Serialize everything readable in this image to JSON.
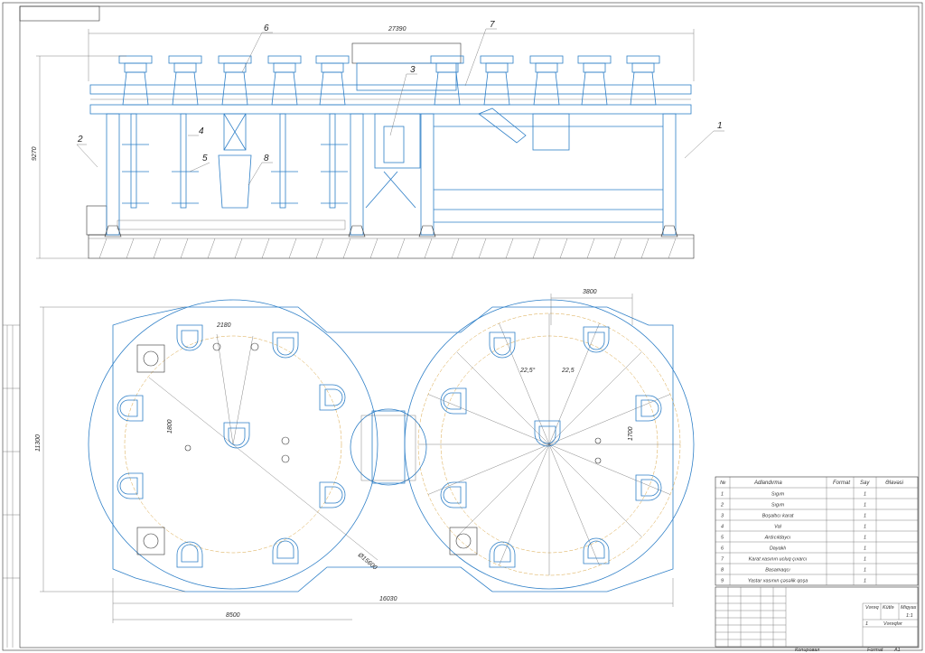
{
  "dimensions": {
    "top_length": "27390",
    "top_height": "9270",
    "plan_width": "11300",
    "plan_length": "16030",
    "plan_half": "8500",
    "dia_left": "Ø15600",
    "rad_small": "2180",
    "inner_1800": "1800",
    "top_right": "3800",
    "angle_a": "22,5°",
    "angle_b": "22,5",
    "right_inner": "1700"
  },
  "callouts": [
    "1",
    "2",
    "3",
    "4",
    "5",
    "6",
    "7",
    "8"
  ],
  "spec_table": {
    "headers": [
      "№",
      "Adlandırma",
      "Format",
      "Say",
      "Əlavəsi"
    ],
    "rows": [
      {
        "n": "1",
        "name": "Sıgım",
        "qty": "1"
      },
      {
        "n": "2",
        "name": "Sıgım",
        "qty": "1"
      },
      {
        "n": "3",
        "name": "Boşaltıcı karat",
        "qty": "1"
      },
      {
        "n": "4",
        "name": "Val",
        "qty": "1"
      },
      {
        "n": "5",
        "name": "Ardıcıldaycı",
        "qty": "1"
      },
      {
        "n": "6",
        "name": "Dayaklı",
        "qty": "1"
      },
      {
        "n": "7",
        "name": "Karat xasının ucluq çıxarcı",
        "qty": "1"
      },
      {
        "n": "8",
        "name": "Basamaqcı",
        "qty": "1"
      },
      {
        "n": "9",
        "name": "Yastar xasının çəsəlik qoşa",
        "qty": "1"
      }
    ]
  },
  "title_block": {
    "sheet_label": "Vərəq",
    "sheets_label": "Vərəqlər",
    "scale_label": "Miqyas",
    "mass_label": "Kütlə",
    "scale": "1:1",
    "format_label": "Format",
    "format": "A1",
    "sheet_num": "1",
    "bottom_left_note": "Копировал"
  }
}
